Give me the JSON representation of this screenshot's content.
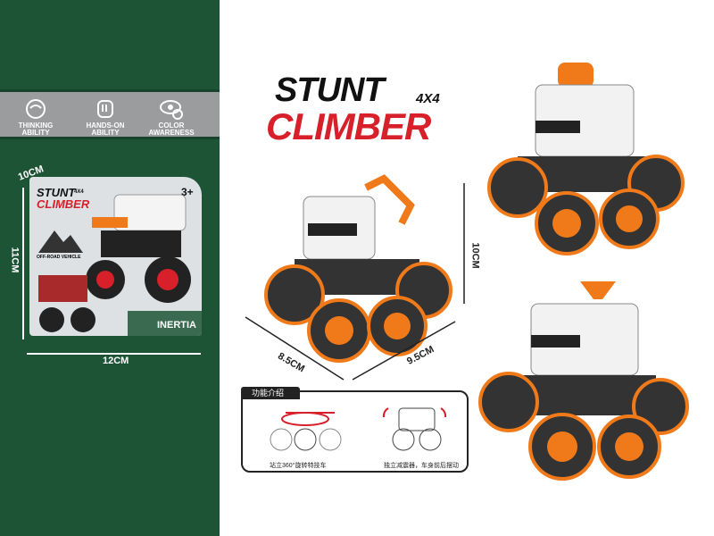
{
  "features": [
    {
      "icon": "brain-icon",
      "line1": "THINKING",
      "line2": "ABILITY"
    },
    {
      "icon": "hand-icon",
      "line1": "HANDS-ON",
      "line2": "ABILITY"
    },
    {
      "icon": "eye-icon",
      "line1": "COLOR",
      "line2": "AWARENESS"
    }
  ],
  "package": {
    "depth": "10CM",
    "height": "11CM",
    "width": "12CM",
    "logo_top": "STUNT",
    "logo_badge": "4X4",
    "logo_bottom": "CLIMBER",
    "age": "3+",
    "vehicle_label": "OFF-ROAD VEHICLE",
    "mode": "INERTIA"
  },
  "logo": {
    "top": "STUNT",
    "badge": "4X4",
    "bottom": "CLIMBER"
  },
  "dimensions": {
    "length": "8.5CM",
    "width": "9.5CM",
    "height": "10CM"
  },
  "info_panel": {
    "title": "功能介绍",
    "caption_left": "站立360°旋转特技车",
    "caption_right": "独立减震器，车身前后摆动"
  },
  "colors": {
    "green": "#1d5436",
    "orange": "#f07a1a",
    "red": "#d8202a"
  }
}
